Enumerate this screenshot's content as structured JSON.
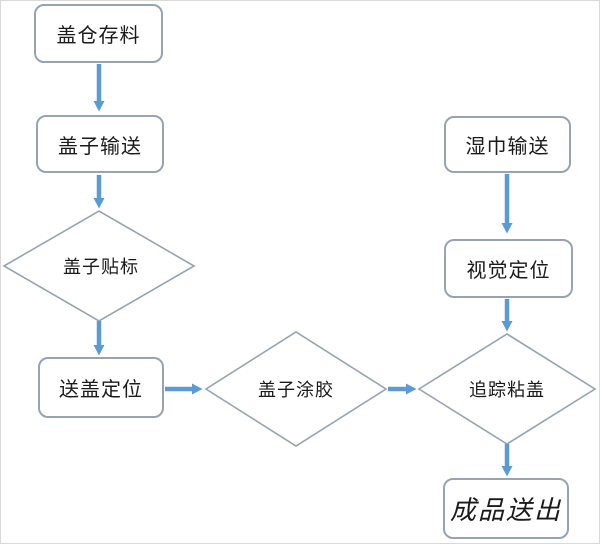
{
  "colors": {
    "arrow": "#5b9bd5",
    "border": "#97a3b4",
    "text": "#1a1a1a",
    "bg": "#ffffff",
    "frame": "#d9d9d9"
  },
  "nodes": {
    "cap_storage": {
      "label": "盖仓存料",
      "type": "rounded-rect"
    },
    "cap_convey": {
      "label": "盖子输送",
      "type": "rounded-rect"
    },
    "cap_labeling": {
      "label": "盖子贴标",
      "type": "diamond"
    },
    "send_cap_position": {
      "label": "送盖定位",
      "type": "rounded-rect"
    },
    "cap_gluing": {
      "label": "盖子涂胶",
      "type": "diamond"
    },
    "wipes_convey": {
      "label": "湿巾输送",
      "type": "rounded-rect"
    },
    "vision_position": {
      "label": "视觉定位",
      "type": "rounded-rect"
    },
    "track_stick": {
      "label": "追踪粘盖",
      "type": "diamond"
    },
    "product_out": {
      "label": "成品送出",
      "type": "rounded-rect"
    }
  },
  "edges": [
    {
      "from": "盖仓存料",
      "to": "盖子输送"
    },
    {
      "from": "盖子输送",
      "to": "盖子贴标"
    },
    {
      "from": "盖子贴标",
      "to": "送盖定位"
    },
    {
      "from": "送盖定位",
      "to": "盖子涂胶"
    },
    {
      "from": "盖子涂胶",
      "to": "追踪粘盖"
    },
    {
      "from": "湿巾输送",
      "to": "视觉定位"
    },
    {
      "from": "视觉定位",
      "to": "追踪粘盖"
    },
    {
      "from": "追踪粘盖",
      "to": "成品送出"
    }
  ]
}
